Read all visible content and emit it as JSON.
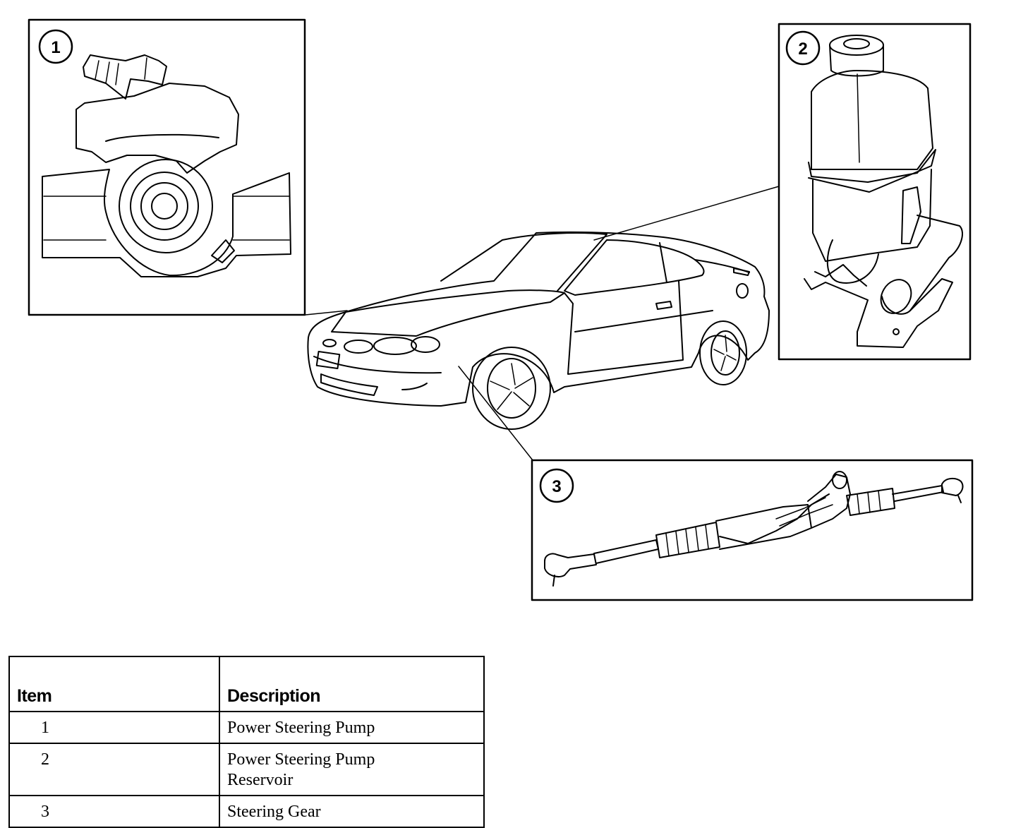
{
  "callouts": [
    {
      "number": "1",
      "name": "Power Steering Pump"
    },
    {
      "number": "2",
      "name": "Power Steering Pump Reservoir"
    },
    {
      "number": "3",
      "name": "Steering Gear"
    }
  ],
  "table": {
    "headers": {
      "item": "Item",
      "description": "Description"
    },
    "rows": [
      {
        "item": "1",
        "description": "Power Steering Pump"
      },
      {
        "item": "2",
        "description_line1": "Power Steering Pump",
        "description_line2": "Reservoir"
      },
      {
        "item": "3",
        "description": "Steering Gear"
      }
    ]
  }
}
